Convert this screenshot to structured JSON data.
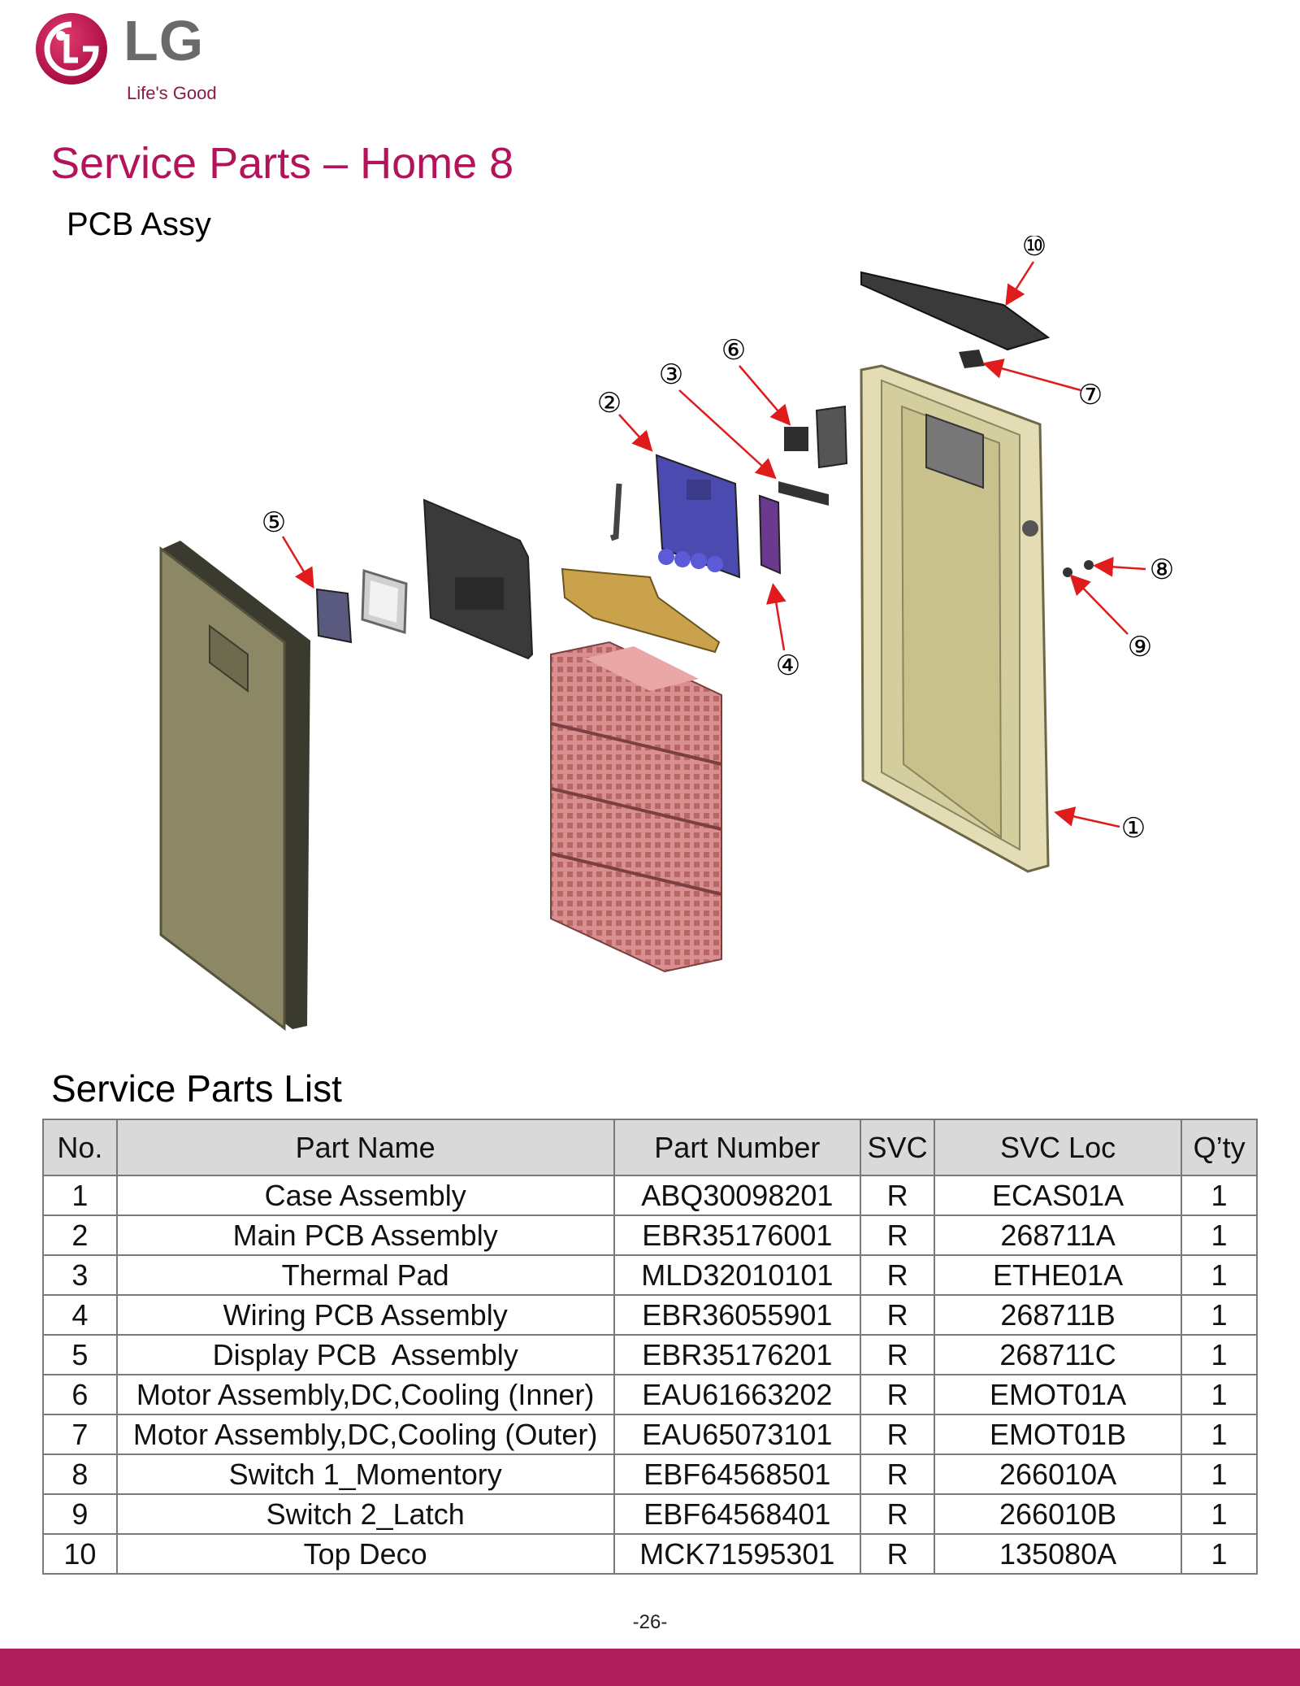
{
  "brand": {
    "wordmark": "LG",
    "tagline": "Life's Good",
    "logo_icon": "lg-face-logo",
    "accent_color": "#b3135a"
  },
  "header": {
    "title": "Service Parts – Home 8",
    "subtitle": "PCB Assy"
  },
  "diagram": {
    "callouts": [
      "①",
      "②",
      "③",
      "④",
      "⑤",
      "⑥",
      "⑦",
      "⑧",
      "⑨",
      "⑩"
    ],
    "arrow_color": "#e01b1b"
  },
  "parts_list": {
    "title": "Service Parts List",
    "columns": [
      "No.",
      "Part Name",
      "Part Number",
      "SVC",
      "SVC Loc",
      "Q’ty"
    ],
    "rows": [
      [
        "1",
        "Case Assembly",
        "ABQ30098201",
        "R",
        "ECAS01A",
        "1"
      ],
      [
        "2",
        "Main PCB Assembly",
        "EBR35176001",
        "R",
        "268711A",
        "1"
      ],
      [
        "3",
        "Thermal Pad",
        "MLD32010101",
        "R",
        "ETHE01A",
        "1"
      ],
      [
        "4",
        "Wiring PCB Assembly",
        "EBR36055901",
        "R",
        "268711B",
        "1"
      ],
      [
        "5",
        "Display PCB  Assembly",
        "EBR35176201",
        "R",
        "268711C",
        "1"
      ],
      [
        "6",
        "Motor Assembly,DC,Cooling (Inner)",
        "EAU61663202",
        "R",
        "EMOT01A",
        "1"
      ],
      [
        "7",
        "Motor Assembly,DC,Cooling (Outer)",
        "EAU65073101",
        "R",
        "EMOT01B",
        "1"
      ],
      [
        "8",
        "Switch 1_Momentory",
        "EBF64568501",
        "R",
        "266010A",
        "1"
      ],
      [
        "9",
        "Switch 2_Latch",
        "EBF64568401",
        "R",
        "266010B",
        "1"
      ],
      [
        "10",
        "Top Deco",
        "MCK71595301",
        "R",
        "135080A",
        "1"
      ]
    ]
  },
  "footer": {
    "page_number": "-26-",
    "bar_color": "#b01e5b"
  }
}
